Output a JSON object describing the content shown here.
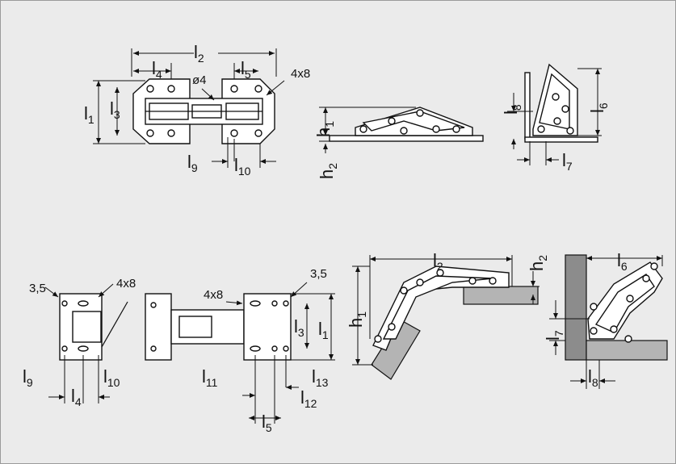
{
  "labels": {
    "l": "l",
    "h": "h",
    "s1": "1",
    "s2": "2",
    "s3": "3",
    "s4": "4",
    "s5": "5",
    "s6": "6",
    "s7": "7",
    "s8": "8",
    "s9": "9",
    "s10": "10",
    "s11": "11",
    "s12": "12",
    "s13": "13",
    "dia": "ø4",
    "slot": "4x8",
    "hole": "3,5"
  }
}
